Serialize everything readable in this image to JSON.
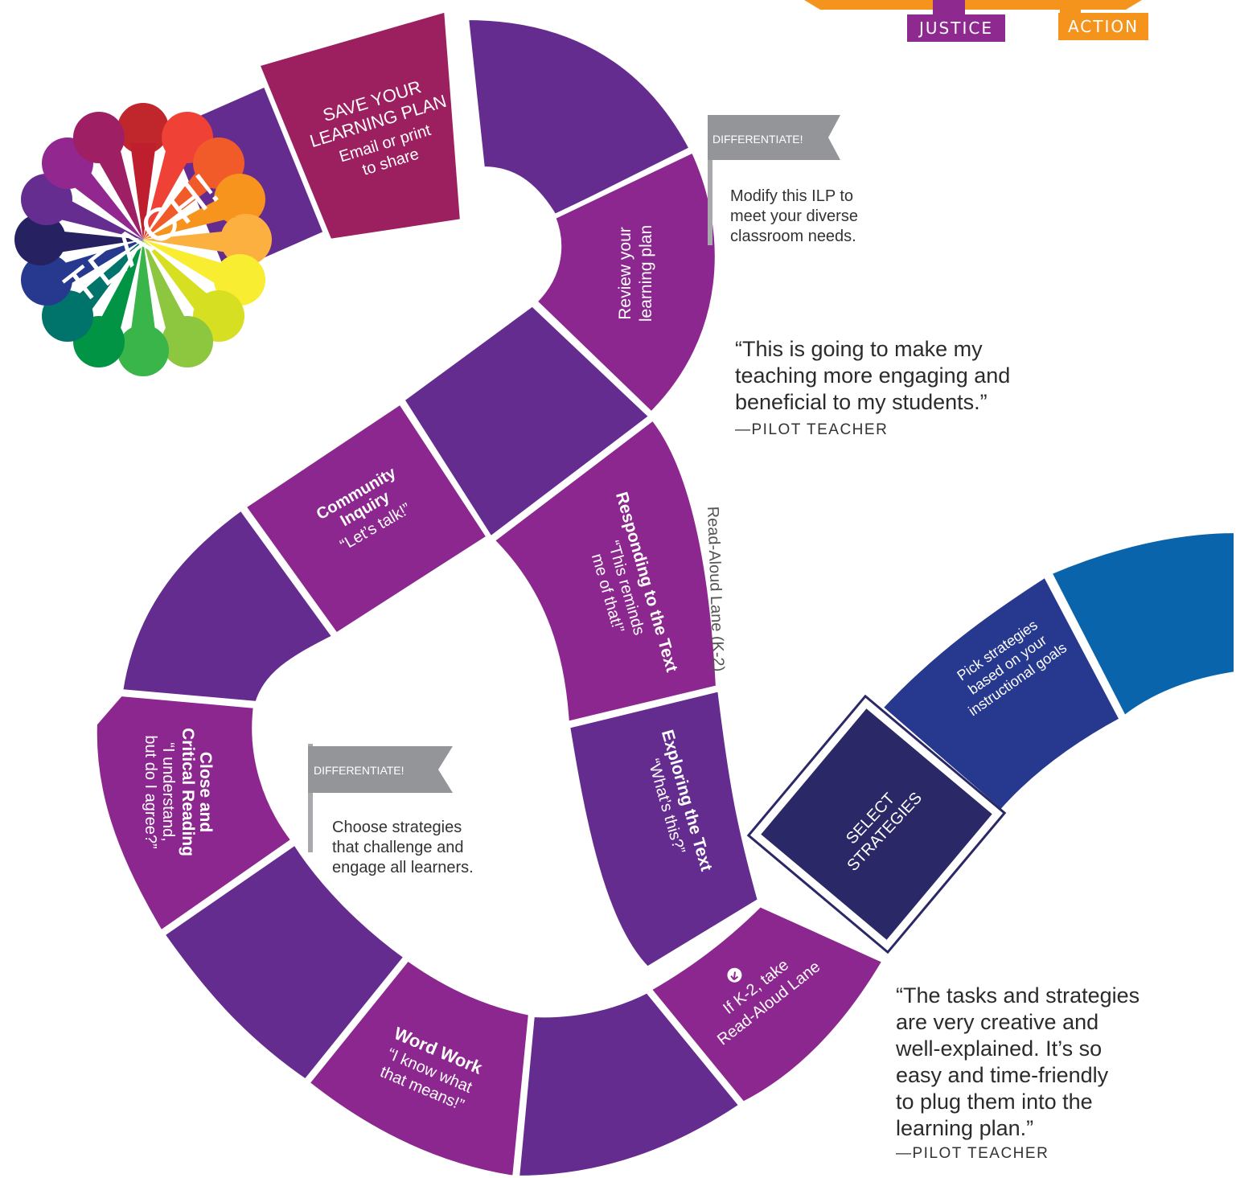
{
  "top_tags": [
    {
      "label": "JUSTICE",
      "color": "#8e2a8f"
    },
    {
      "label": "ACTION",
      "color": "#f5941d"
    }
  ],
  "hub": {
    "label": "TEACH!"
  },
  "save_square": {
    "title_line1": "SAVE YOUR",
    "title_line2": "LEARNING PLAN",
    "sub_line1": "Email or print",
    "sub_line2": "to share"
  },
  "flags": [
    {
      "label": "DIFFERENTIATE!",
      "note_lines": [
        "Modify this ILP to",
        "meet your diverse",
        "classroom needs."
      ]
    },
    {
      "label": "DIFFERENTIATE!",
      "note_lines": [
        "Choose strategies",
        "that challenge and",
        "engage all learners."
      ]
    }
  ],
  "squares": {
    "review": {
      "lines": [
        "Review your",
        "learning plan"
      ]
    },
    "community": {
      "title": [
        "Community",
        "Inquiry"
      ],
      "sub": [
        "“Let’s talk!”"
      ]
    },
    "responding": {
      "title": [
        "Responding to the Text"
      ],
      "sub": [
        "“This reminds",
        "me of that!”"
      ]
    },
    "exploring": {
      "title": [
        "Exploring the Text"
      ],
      "sub": [
        "“What’s this?”"
      ]
    },
    "close": {
      "title": [
        "Close and",
        "Critical Reading"
      ],
      "sub": [
        "“I understand,",
        "but do I agree?”"
      ]
    },
    "word_work": {
      "title": [
        "Word Work"
      ],
      "sub": [
        "“I know what",
        "that means!”"
      ]
    },
    "read_aloud": {
      "lines": [
        "If K-2, take",
        "Read-Aloud Lane"
      ]
    },
    "select": {
      "lines": [
        "SELECT",
        "STRATEGIES"
      ]
    },
    "pick": {
      "lines": [
        "Pick strategies",
        "based on your",
        "instructional goals"
      ]
    }
  },
  "lane_label": "Read-Aloud Lane (K-2)",
  "quotes": [
    {
      "lines": [
        "“This is going to make my",
        "teaching more engaging and",
        "beneficial to my students.”"
      ],
      "attribution": "—PILOT TEACHER"
    },
    {
      "lines": [
        "“The tasks and strategies",
        "are very creative and",
        "well-explained. It’s so",
        "easy and time-friendly",
        "to plug them into the",
        "learning plan.”"
      ],
      "attribution": "—PILOT TEACHER"
    }
  ],
  "colors": {
    "purple_dark": "#652c90",
    "purple": "#8c278f",
    "magenta": "#9c1f5f",
    "navy": "#2b2868",
    "royal": "#27398f",
    "blue": "#0a64ac",
    "orange": "#f5941d"
  }
}
